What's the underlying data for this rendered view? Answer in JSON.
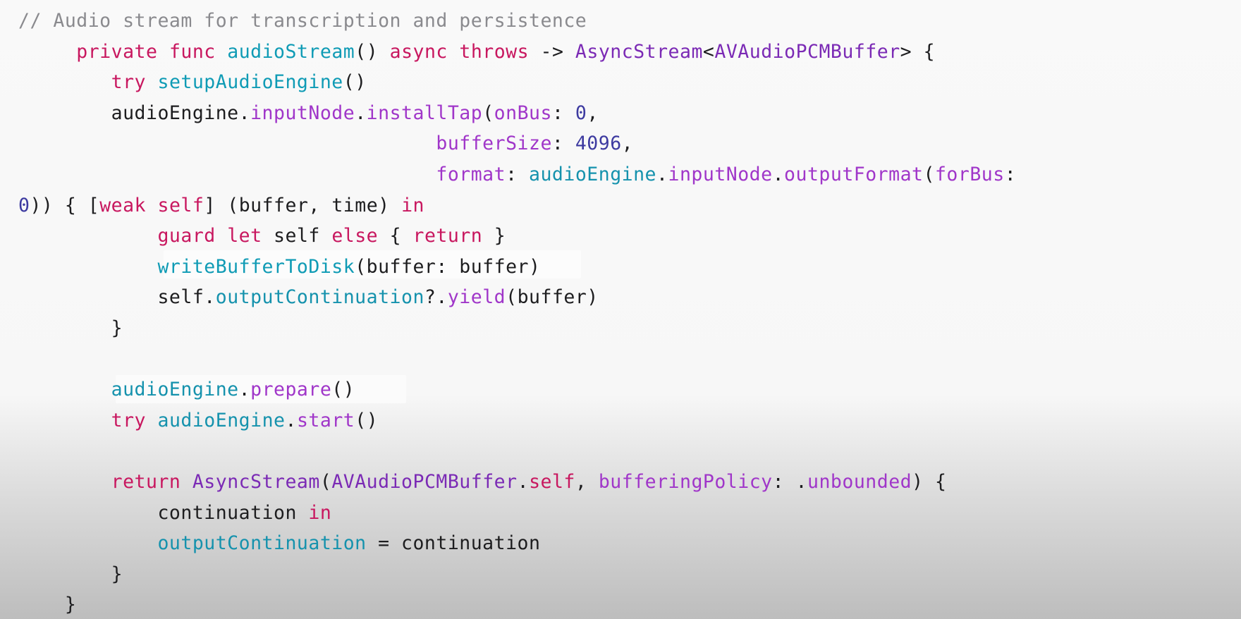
{
  "colors": {
    "plain": "#1d1d1f",
    "comment": "#8a8a8e",
    "keyword": "#c8175f",
    "declaration": "#0f9bb5",
    "function": "#a036c9",
    "type": "#7b2ab5",
    "number": "#3d3aa0"
  },
  "code_lines": [
    [
      [
        "t-comment",
        "// Audio stream for transcription and persistence"
      ]
    ],
    [
      [
        "t-plain",
        "     "
      ],
      [
        "t-keyword",
        "private"
      ],
      [
        "t-plain",
        " "
      ],
      [
        "t-keyword",
        "func"
      ],
      [
        "t-plain",
        " "
      ],
      [
        "t-decl",
        "audioStream"
      ],
      [
        "t-plain",
        "() "
      ],
      [
        "t-keyword",
        "async"
      ],
      [
        "t-plain",
        " "
      ],
      [
        "t-keyword",
        "throws"
      ],
      [
        "t-plain",
        " -> "
      ],
      [
        "t-type",
        "AsyncStream"
      ],
      [
        "t-plain",
        "<"
      ],
      [
        "t-type",
        "AVAudioPCMBuffer"
      ],
      [
        "t-plain",
        "> {"
      ]
    ],
    [
      [
        "t-plain",
        "        "
      ],
      [
        "t-keyword",
        "try"
      ],
      [
        "t-plain",
        " "
      ],
      [
        "t-decl",
        "setupAudioEngine"
      ],
      [
        "t-plain",
        "()"
      ]
    ],
    [
      [
        "t-plain",
        "        audioEngine."
      ],
      [
        "t-func",
        "inputNode"
      ],
      [
        "t-plain",
        "."
      ],
      [
        "t-func",
        "installTap"
      ],
      [
        "t-plain",
        "("
      ],
      [
        "t-func",
        "onBus"
      ],
      [
        "t-plain",
        ": "
      ],
      [
        "t-number",
        "0"
      ],
      [
        "t-plain",
        ","
      ]
    ],
    [
      [
        "t-plain",
        "                                    "
      ],
      [
        "t-func",
        "bufferSize"
      ],
      [
        "t-plain",
        ": "
      ],
      [
        "t-number",
        "4096"
      ],
      [
        "t-plain",
        ","
      ]
    ],
    [
      [
        "t-plain",
        "                                    "
      ],
      [
        "t-func",
        "format"
      ],
      [
        "t-plain",
        ": "
      ],
      [
        "t-ref",
        "audioEngine"
      ],
      [
        "t-plain",
        "."
      ],
      [
        "t-func",
        "inputNode"
      ],
      [
        "t-plain",
        "."
      ],
      [
        "t-func",
        "outputFormat"
      ],
      [
        "t-plain",
        "("
      ],
      [
        "t-func",
        "forBus"
      ],
      [
        "t-plain",
        ":"
      ]
    ],
    [
      [
        "t-number",
        "0"
      ],
      [
        "t-plain",
        ")) { ["
      ],
      [
        "t-keyword",
        "weak"
      ],
      [
        "t-plain",
        " "
      ],
      [
        "t-keyword",
        "self"
      ],
      [
        "t-plain",
        "] (buffer, time) "
      ],
      [
        "t-keyword",
        "in"
      ]
    ],
    [
      [
        "t-plain",
        "            "
      ],
      [
        "t-keyword",
        "guard"
      ],
      [
        "t-plain",
        " "
      ],
      [
        "t-keyword",
        "let"
      ],
      [
        "t-plain",
        " self "
      ],
      [
        "t-keyword",
        "else"
      ],
      [
        "t-plain",
        " { "
      ],
      [
        "t-keyword",
        "return"
      ],
      [
        "t-plain",
        " }"
      ]
    ],
    [
      [
        "t-plain",
        "            "
      ],
      [
        "t-decl",
        "writeBufferToDisk"
      ],
      [
        "t-plain",
        "(buffer: buffer)"
      ]
    ],
    [
      [
        "t-plain",
        "            self."
      ],
      [
        "t-ref",
        "outputContinuation"
      ],
      [
        "t-plain",
        "?."
      ],
      [
        "t-func",
        "yield"
      ],
      [
        "t-plain",
        "(buffer)"
      ]
    ],
    [
      [
        "t-plain",
        "        }"
      ]
    ],
    [
      [
        "t-plain",
        ""
      ]
    ],
    [
      [
        "t-plain",
        "        "
      ],
      [
        "t-ref",
        "audioEngine"
      ],
      [
        "t-plain",
        "."
      ],
      [
        "t-func",
        "prepare"
      ],
      [
        "t-plain",
        "()"
      ]
    ],
    [
      [
        "t-plain",
        "        "
      ],
      [
        "t-keyword",
        "try"
      ],
      [
        "t-plain",
        " "
      ],
      [
        "t-ref",
        "audioEngine"
      ],
      [
        "t-plain",
        "."
      ],
      [
        "t-func",
        "start"
      ],
      [
        "t-plain",
        "()"
      ]
    ],
    [
      [
        "t-plain",
        ""
      ]
    ],
    [
      [
        "t-plain",
        "        "
      ],
      [
        "t-keyword",
        "return"
      ],
      [
        "t-plain",
        " "
      ],
      [
        "t-type",
        "AsyncStream"
      ],
      [
        "t-plain",
        "("
      ],
      [
        "t-type",
        "AVAudioPCMBuffer"
      ],
      [
        "t-plain",
        "."
      ],
      [
        "t-keyword",
        "self"
      ],
      [
        "t-plain",
        ", "
      ],
      [
        "t-func",
        "bufferingPolicy"
      ],
      [
        "t-plain",
        ": ."
      ],
      [
        "t-func",
        "unbounded"
      ],
      [
        "t-plain",
        ") {"
      ]
    ],
    [
      [
        "t-plain",
        "            continuation "
      ],
      [
        "t-keyword",
        "in"
      ]
    ],
    [
      [
        "t-plain",
        "            "
      ],
      [
        "t-ref",
        "outputContinuation"
      ],
      [
        "t-plain",
        " = continuation"
      ]
    ],
    [
      [
        "t-plain",
        "        }"
      ]
    ],
    [
      [
        "t-plain",
        "    }"
      ]
    ]
  ]
}
